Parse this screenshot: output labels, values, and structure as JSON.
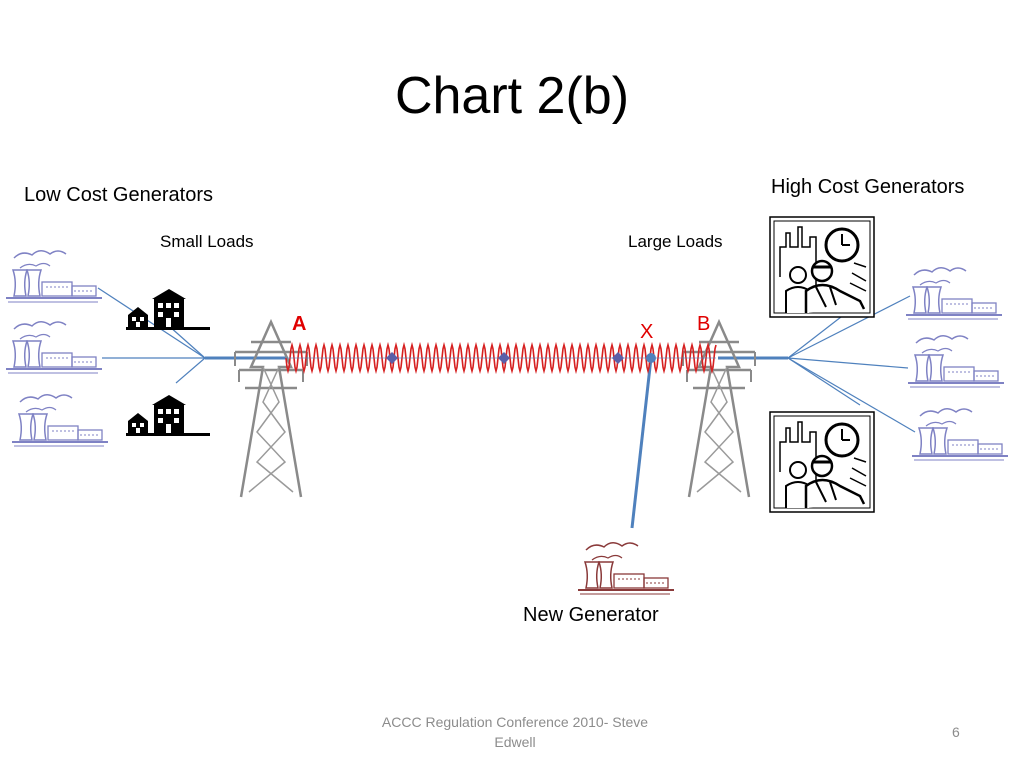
{
  "slide": {
    "title": "Chart 2(b)",
    "footer": "ACCC Regulation Conference 2010- Steve Edwell",
    "page_number": "6"
  },
  "labels": {
    "low_cost_generators": "Low Cost Generators",
    "high_cost_generators": "High Cost Generators",
    "small_loads": "Small Loads",
    "large_loads": "Large Loads",
    "node_a": "A",
    "node_b": "B",
    "node_x": "X",
    "new_generator": "New Generator"
  },
  "colors": {
    "plant_left": "#7f82c4",
    "plant_right": "#7f82c4",
    "plant_new": "#8a3a3a",
    "line_blue": "#4f81bd",
    "coil_red": "#d62020",
    "node_a": "#e00000",
    "node_b": "#e00000",
    "node_marker": "#5b5fa8"
  },
  "icons": {
    "power_plant": "power-plant-icon",
    "house": "house-icon",
    "transmission_tower": "transmission-tower-icon",
    "control_room_worker": "control-room-worker-icon"
  }
}
